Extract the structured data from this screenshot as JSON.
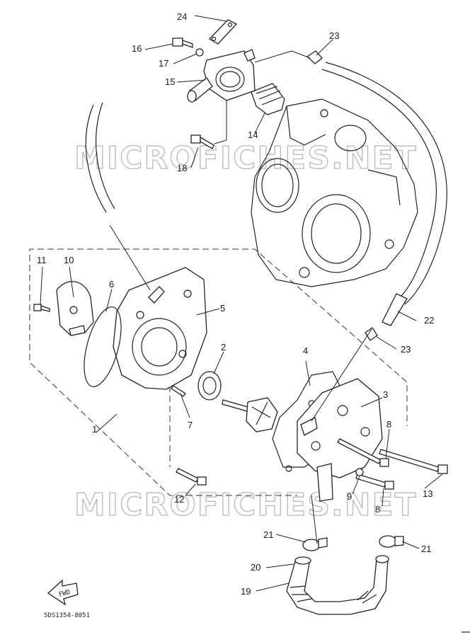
{
  "diagram": {
    "part_numbers": [
      "1",
      "2",
      "3",
      "4",
      "5",
      "6",
      "7",
      "8",
      "8",
      "9",
      "10",
      "11",
      "12",
      "13",
      "14",
      "15",
      "16",
      "17",
      "18",
      "19",
      "20",
      "21",
      "21",
      "22",
      "23",
      "23",
      "24"
    ],
    "fwd_label": "FWD",
    "drawing_code": "5DS1354-8051",
    "watermark": "MICROFICHES.NET"
  }
}
